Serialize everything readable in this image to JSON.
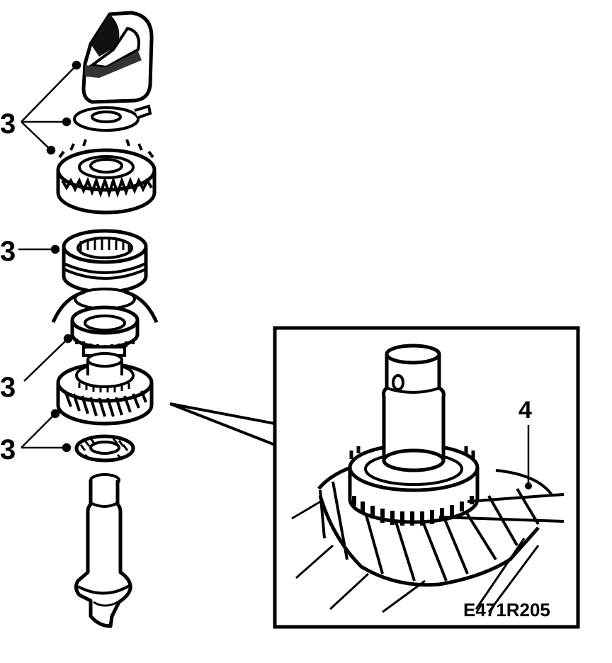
{
  "callouts": {
    "group1": "3",
    "sleeve": "3",
    "group3": "3",
    "group4": "3",
    "detail_part": "4"
  },
  "reference_code": "E471R205",
  "colors": {
    "ink": "#000000",
    "paper": "#ffffff"
  }
}
